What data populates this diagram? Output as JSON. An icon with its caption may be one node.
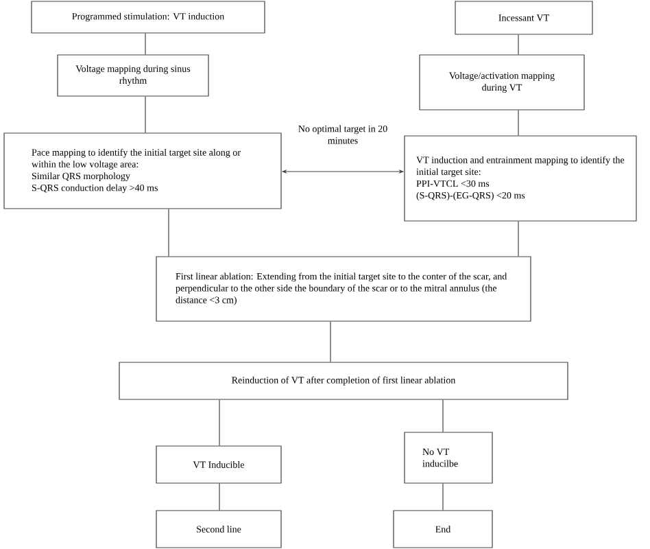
{
  "diagram": {
    "nodes": [
      {
        "text": [
          "Programmed stimulation: VT induction"
        ]
      },
      {
        "text": [
          "Incessant VT"
        ]
      },
      {
        "text": [
          "Voltage mapping during sinus rhythm"
        ]
      },
      {
        "text": [
          "Voltage/activation mapping during VT"
        ]
      },
      {
        "text": [
          "Pace mapping to identify the initial target site along or within the low voltage area:",
          "Similar QRS morphology",
          "S-QRS conduction delay >40 ms"
        ]
      },
      {
        "text": [
          "VT induction and entrainment mapping to identify the initial target site:",
          "PPI-VTCL <30 ms",
          "(S-QRS)-(EG-QRS) <20 ms"
        ]
      },
      {
        "text": [
          "First linear ablation: Extending from the initial target site to the conter of the scar, and perpendicular to the other side the boundary of the scar or to the mitral annulus (the distance <3 cm)"
        ]
      },
      {
        "text": [
          "Reinduction of VT after completion of first linear ablation"
        ]
      },
      {
        "text": [
          "VT Inducible"
        ]
      },
      {
        "text": [
          "No VT inducilbe"
        ]
      },
      {
        "text": [
          "Second line"
        ]
      },
      {
        "text": [
          "End"
        ]
      }
    ],
    "edges": [
      {
        "from": 0,
        "to": 2,
        "arrow": "none"
      },
      {
        "from": 2,
        "to": 4,
        "arrow": "none"
      },
      {
        "from": 1,
        "to": 3,
        "arrow": "none"
      },
      {
        "from": 3,
        "to": 5,
        "arrow": "none"
      },
      {
        "from": 4,
        "to": 5,
        "arrow": "both",
        "label": "No optimal target in 20 minutes"
      },
      {
        "from": 4,
        "to": 6,
        "arrow": "none"
      },
      {
        "from": 5,
        "to": 6,
        "arrow": "none"
      },
      {
        "from": 6,
        "to": 7,
        "arrow": "none"
      },
      {
        "from": 7,
        "to": 8,
        "arrow": "none"
      },
      {
        "from": 7,
        "to": 9,
        "arrow": "none"
      },
      {
        "from": 8,
        "to": 10,
        "arrow": "none"
      },
      {
        "from": 9,
        "to": 11,
        "arrow": "none"
      }
    ]
  }
}
